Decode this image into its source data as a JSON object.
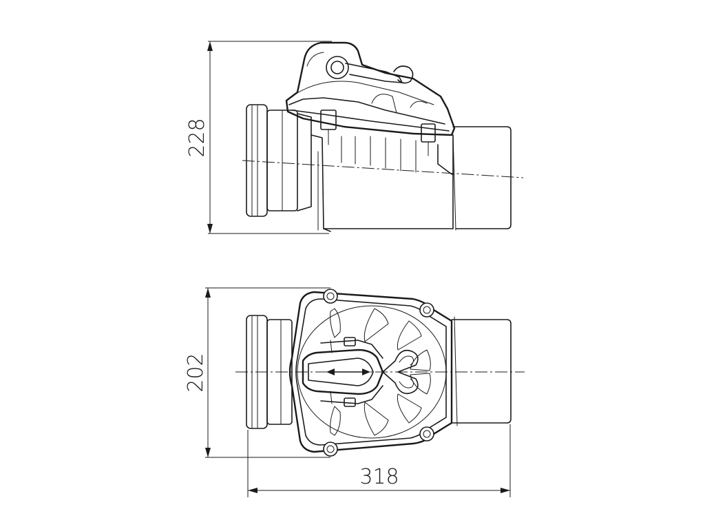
{
  "dimensions": {
    "height_side_view": "228",
    "width_top_view": "202",
    "overall_length": "318"
  }
}
